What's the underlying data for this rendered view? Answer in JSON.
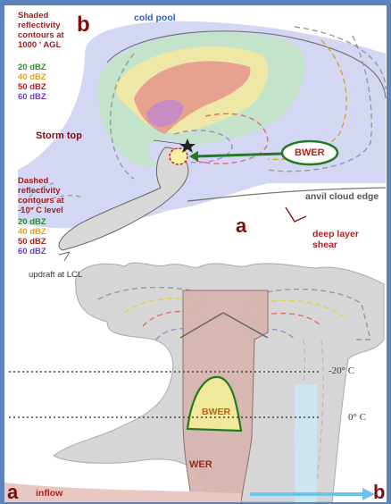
{
  "top_panel": {
    "panel_letter": "b",
    "cold_pool": "cold pool",
    "shaded_legend": {
      "lines": [
        "Shaded",
        "reflectivity",
        "contours at",
        "1000 ' AGL"
      ],
      "levels": [
        {
          "label": "20 dBZ",
          "color": "#2e8b2e"
        },
        {
          "label": "40 dBZ",
          "color": "#e0a020"
        },
        {
          "label": "50 dBZ",
          "color": "#b02020"
        },
        {
          "label": "60 dBZ",
          "color": "#6a3fb8"
        }
      ]
    },
    "storm_top": "Storm top",
    "bwer": "BWER",
    "dashed_legend": {
      "lines": [
        "Dashed",
        "reflectivity",
        "contours at",
        "-10° C level"
      ],
      "levels": [
        {
          "label": "20 dBZ",
          "color": "#2e8b2e"
        },
        {
          "label": "40 dBZ",
          "color": "#e0a020"
        },
        {
          "label": "50 dBZ",
          "color": "#b02020"
        },
        {
          "label": "60 dBZ",
          "color": "#6a3fb8"
        }
      ]
    },
    "anvil_edge": "anvil cloud edge",
    "cross_section_letter": "a",
    "shear": [
      "deep layer",
      "shear"
    ],
    "updraft": "updraft at LCL"
  },
  "bottom_panel": {
    "minus20": "-20° C",
    "zero": "0° C",
    "bwer": "BWER",
    "wer": "WER",
    "left_letter": "a",
    "inflow": "inflow",
    "right_letter": "b"
  },
  "colors": {
    "background": "#5c83bb",
    "panel": "#ffffff",
    "green": "#2e8b2e",
    "orange": "#e0a020",
    "red": "#b02020",
    "purple": "#6a3fb8",
    "darkred": "#7a1010"
  }
}
